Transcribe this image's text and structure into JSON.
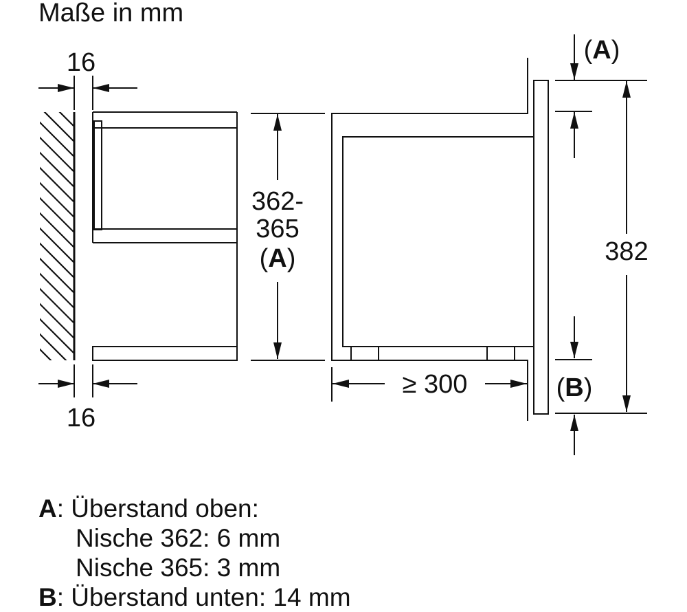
{
  "title": "Maße in mm",
  "dimensions": {
    "side_gap_top": "16",
    "side_gap_bottom": "16",
    "niche_height_line1": "362-",
    "niche_height_line2": "365",
    "niche_height_key": "A",
    "depth": "≥ 300",
    "front_height": "382",
    "marker_a_key": "A",
    "marker_b_key": "B"
  },
  "legend": {
    "a_key": "A",
    "a_text": ": Überstand oben:",
    "a_line2": "Nische 362: 6 mm",
    "a_line3": "Nische 365: 3 mm",
    "b_key": "B",
    "b_text": ": Überstand unten: 14 mm"
  }
}
